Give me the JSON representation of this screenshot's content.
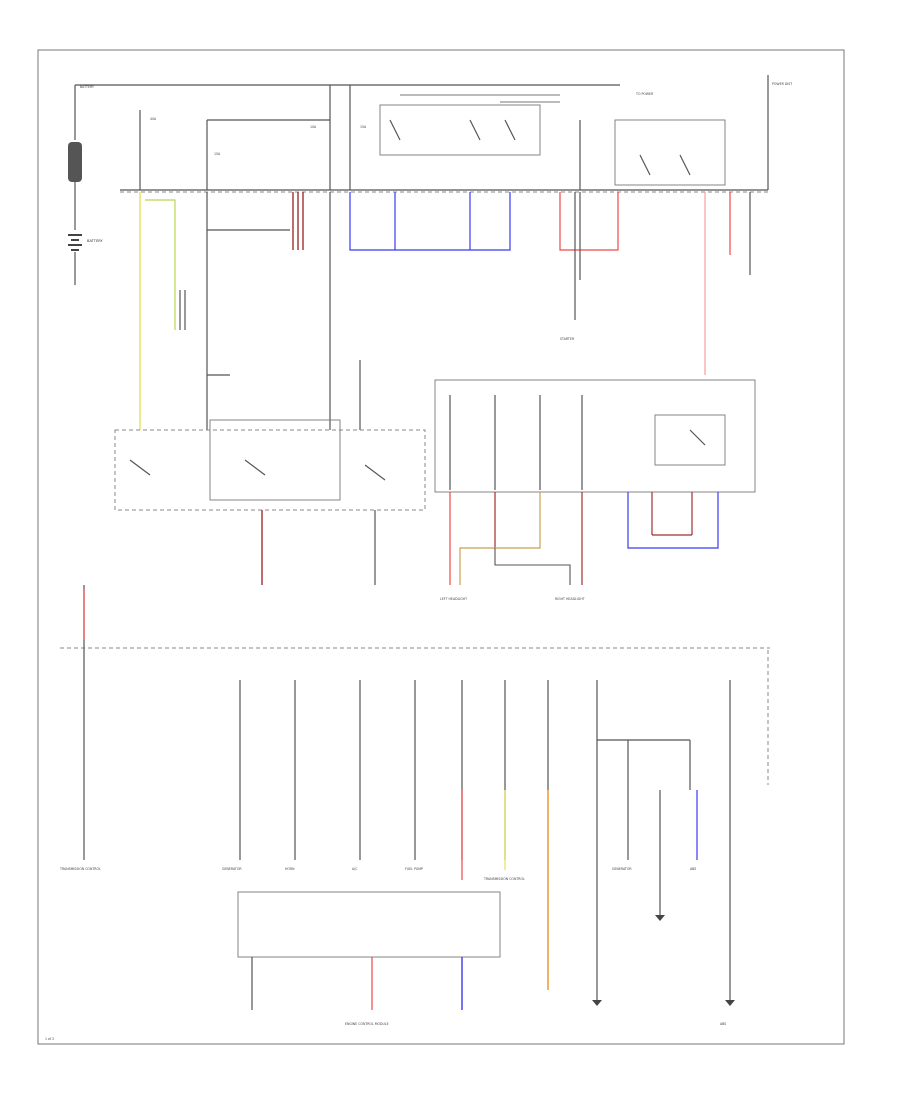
{
  "diagram": {
    "colors": {
      "yellow": "#e8e060",
      "blue": "#3a3af0",
      "red": "#f04848",
      "pink": "#f2a0a0",
      "orange": "#f0a040",
      "tan": "#c8a050",
      "green": "#b8d850",
      "dark_red": "#a03030",
      "wire": "#555555"
    },
    "icons": [
      "fuse-icon",
      "battery-icon",
      "relay-switch-icon",
      "ground-icon",
      "connector-icon"
    ],
    "labels": {
      "battery": "BATTERY",
      "starter": "STARTER",
      "left_headlight": "LEFT HEADLIGHT",
      "right_headlight": "RIGHT HEADLIGHT",
      "generator_1": "GENERATOR",
      "generator_2": "GENERATOR",
      "transmission_1": "TRANSMISSION CONTROL",
      "transmission_2": "TRANSMISSION CONTROL",
      "engine_control": "ENGINE CONTROL MODULE",
      "horn": "HORN",
      "ac": "A/C",
      "fuel": "FUEL PUMP",
      "abs_1": "ABS",
      "abs_2": "ABS",
      "page_ref": "1 of 2"
    }
  }
}
